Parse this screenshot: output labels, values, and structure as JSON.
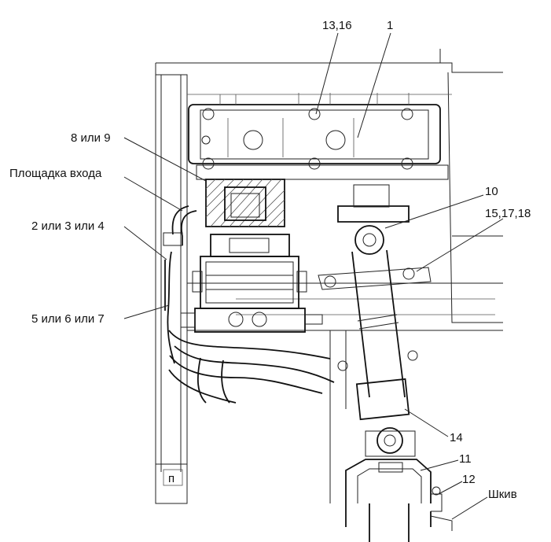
{
  "callouts": {
    "c1316": "13,16",
    "c1": "1",
    "c89": "8 или 9",
    "platform": "Площадка входа",
    "c234": "2 или 3 или 4",
    "c567": "5 или 6 или 7",
    "c10": "10",
    "c151718": "15,17,18",
    "c14": "14",
    "c11": "11",
    "c12": "12",
    "pulley": "Шкив",
    "frame_mark": "п"
  }
}
